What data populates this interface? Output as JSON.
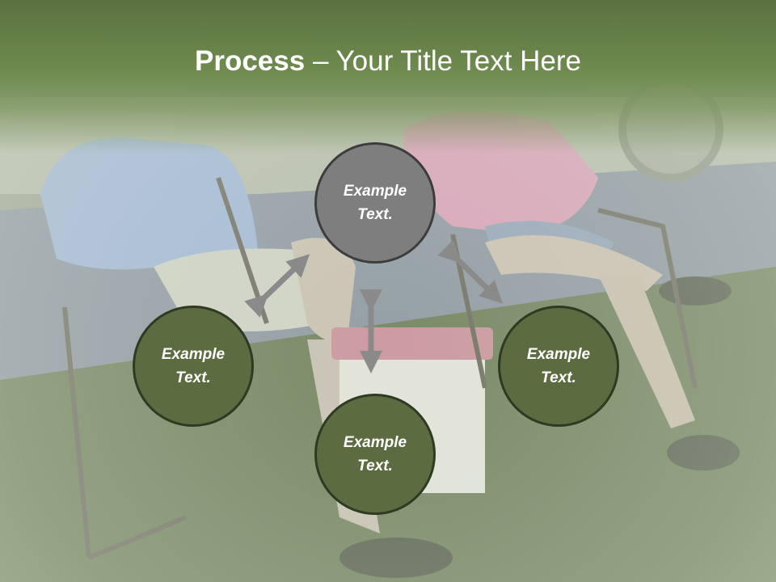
{
  "title": {
    "bold": "Process",
    "rest": " – Your Title Text Here"
  },
  "nodes": [
    {
      "line1": "Example",
      "line2": "Text."
    },
    {
      "line1": "Example",
      "line2": "Text."
    },
    {
      "line1": "Example",
      "line2": "Text."
    },
    {
      "line1": "Example",
      "line2": "Text."
    }
  ],
  "colors": {
    "title_band": "#5b7240",
    "node_gray": "#7e7e7e",
    "node_green": "#5c6b40",
    "arrow": "#8a8a8a"
  }
}
